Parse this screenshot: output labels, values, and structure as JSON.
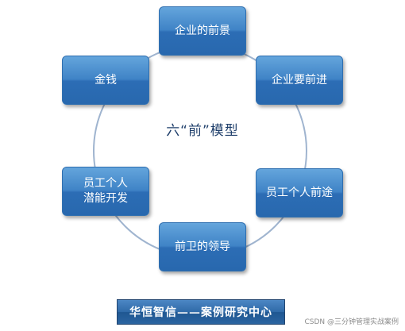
{
  "diagram": {
    "center_label": "六“前”模型",
    "nodes": [
      {
        "id": "top",
        "label": "企业的前景"
      },
      {
        "id": "upper-right",
        "label": "企业要前进"
      },
      {
        "id": "lower-right",
        "label": "员工个人前途"
      },
      {
        "id": "bottom",
        "label": "前卫的领导"
      },
      {
        "id": "lower-left",
        "label": "员工个人\n潜能开发"
      },
      {
        "id": "upper-left",
        "label": "金钱"
      }
    ]
  },
  "banner": {
    "text": "华恒智信——案例研究中心"
  },
  "watermark": {
    "text": "CSDN @三分钟管理实战案例"
  },
  "colors": {
    "node_fill": "#3f83c6",
    "ring": "#9fb4cf",
    "center_text": "#1f3f6b"
  }
}
